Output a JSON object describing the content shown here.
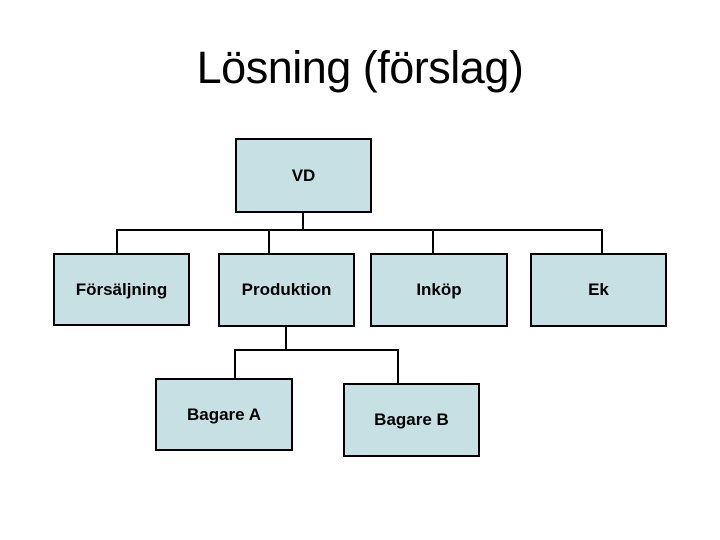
{
  "slide": {
    "title": "Lösning (förslag)"
  },
  "org_chart": {
    "type": "org-tree",
    "colors": {
      "background": "#ffffff",
      "node_fill": "#c6e0e4",
      "node_border": "#000000",
      "connector": "#000000",
      "text": "#000000"
    },
    "nodes": [
      {
        "id": "vd",
        "label": "VD",
        "parent": null
      },
      {
        "id": "forsaljning",
        "label": "Försäljning",
        "parent": "vd"
      },
      {
        "id": "produktion",
        "label": "Produktion",
        "parent": "vd"
      },
      {
        "id": "inkop",
        "label": "Inköp",
        "parent": "vd"
      },
      {
        "id": "ek",
        "label": "Ek",
        "parent": "vd"
      },
      {
        "id": "bagare_a",
        "label": "Bagare A",
        "parent": "produktion"
      },
      {
        "id": "bagare_b",
        "label": "Bagare B",
        "parent": "produktion"
      }
    ]
  }
}
